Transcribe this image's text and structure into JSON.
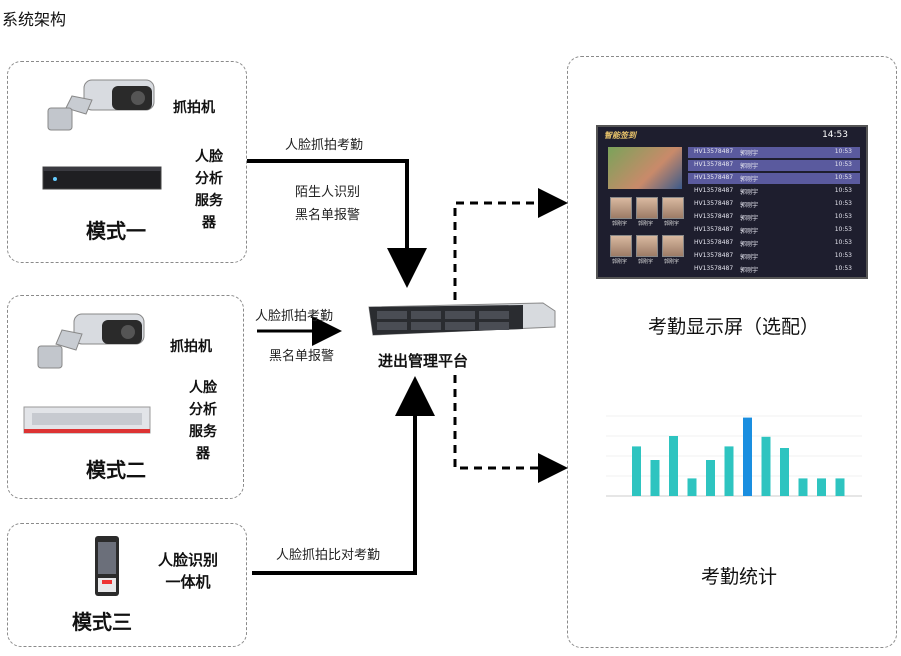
{
  "title": "系统架构",
  "mode1": {
    "name": "模式一",
    "camera": "抓拍机",
    "server": "人脸\n分析\n服务\n器"
  },
  "mode2": {
    "name": "模式二",
    "camera": "抓拍机",
    "server": "人脸\n分析\n服务\n器"
  },
  "mode3": {
    "name": "模式三",
    "device": "人脸识别\n一体机"
  },
  "edges": {
    "e1": "人脸抓拍考勤",
    "e1b": "陌生人识别",
    "e1c": "黑名单报警",
    "e2": "人脸抓拍考勤",
    "e2b": "黑名单报警",
    "e3": "人脸抓拍比对考勤"
  },
  "platform": "进出管理平台",
  "display": "考勤显示屏（选配）",
  "stats": "考勤统计",
  "monitor": {
    "title": "智能签到",
    "time": "14:53",
    "rows": [
      {
        "id": "HV13578487",
        "name": "郭刚宇",
        "time": "10:53"
      },
      {
        "id": "HV13578487",
        "name": "郭刚宇",
        "time": "10:53"
      },
      {
        "id": "HV13578487",
        "name": "郭刚宇",
        "time": "10:53"
      },
      {
        "id": "HV13578487",
        "name": "郭刚宇",
        "time": "10:53"
      },
      {
        "id": "HV13578487",
        "name": "郭刚宇",
        "time": "10:53"
      },
      {
        "id": "HV13578487",
        "name": "郭刚宇",
        "time": "10:53"
      },
      {
        "id": "HV13578487",
        "name": "郭刚宇",
        "time": "10:53"
      },
      {
        "id": "HV13578487",
        "name": "郭刚宇",
        "time": "10:53"
      },
      {
        "id": "HV13578487",
        "name": "郭刚宇",
        "time": "10:53"
      },
      {
        "id": "HV13578487",
        "name": "郭刚宇",
        "time": "10:53"
      }
    ],
    "thumb_caption": "郭刚宇"
  },
  "colors": {
    "bar": "#2ec4c0",
    "bar_highlight": "#1a8ee0",
    "row_highlight": "#5a5a9e"
  },
  "chart_data": {
    "type": "bar",
    "values": [
      62,
      45,
      75,
      22,
      45,
      62,
      98,
      74,
      60,
      22,
      22,
      22
    ],
    "highlight_index": 6,
    "ylim": [
      0,
      100
    ]
  }
}
